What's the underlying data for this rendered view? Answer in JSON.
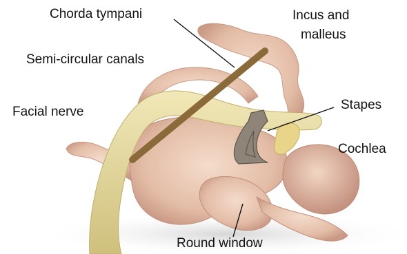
{
  "labels": {
    "chorda_tympani": "Chorda tympani",
    "incus_malleus_line1": "Incus and",
    "incus_malleus_line2": "malleus",
    "semicircular_canals": "Semi-circular canals",
    "facial_nerve": "Facial nerve",
    "stapes": "Stapes",
    "cochlea": "Cochlea",
    "round_window": "Round window"
  },
  "colors": {
    "bone": "#e8c6b2",
    "bone_shadow": "#b98a78",
    "nerve": "#e2d79a",
    "chorda": "#8a6a3a",
    "stapes": "#8e8478",
    "leader": "#111111"
  }
}
